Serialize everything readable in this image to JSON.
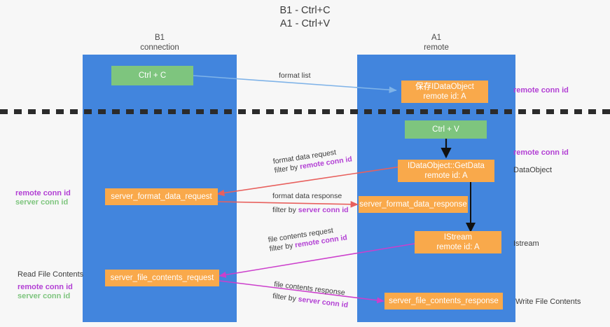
{
  "title": {
    "line1": "B1 - Ctrl+C",
    "line2": "A1 - Ctrl+V"
  },
  "columns": [
    {
      "name": "B1",
      "sub": "connection"
    },
    {
      "name": "A1",
      "sub": "remote"
    }
  ],
  "nodes": {
    "ctrl_c": {
      "label": "Ctrl + C"
    },
    "save_idataobject": {
      "prefix": "保存",
      "label": "IDataObject",
      "line2": "remote id: A"
    },
    "ctrl_v": {
      "label": "Ctrl + V"
    },
    "getdata": {
      "label": "IDataObject::GetData",
      "line2": "remote id: A"
    },
    "server_format_data_request": {
      "label": "server_format_data_request"
    },
    "server_format_data_response": {
      "label": "server_format_data_response"
    },
    "istream": {
      "label": "IStream",
      "line2": "remote id: A"
    },
    "server_file_contents_request": {
      "label": "server_file_contents_request"
    },
    "server_file_contents_response": {
      "label": "server_file_contents_response"
    }
  },
  "edges": {
    "format_list": "format list",
    "format_data_request": "format data request",
    "format_data_response": "format data response",
    "file_contents_request": "file contents request",
    "file_contents_response": "file contents response",
    "filter_by": "filter by ",
    "remote_conn_id": "remote conn id",
    "server_conn_id": "server conn id"
  },
  "right_labels": {
    "remote_conn_id_top": "remote conn id",
    "remote_conn_id_mid": "remote conn id",
    "dataobject": "DataObject",
    "istream": "Istream",
    "write_file_contents": "Write File Contents"
  },
  "left_labels": {
    "remote_conn_id_mid": "remote conn id",
    "server_conn_id_mid": "server conn id",
    "read_file_contents": "Read File Contents",
    "remote_conn_id_bottom": "remote conn id",
    "server_conn_id_bottom": "server conn id"
  },
  "colors": {
    "lane": "#4285dd",
    "green_node": "#7ec57e",
    "orange_node": "#f9a94b",
    "red_arrow": "#e8605d",
    "magenta_arrow": "#cc3fcc",
    "blue_arrow": "#7fb3e8",
    "black_arrow": "#111111",
    "purple_text": "#b23fd4",
    "green_text": "#7ec57e"
  }
}
